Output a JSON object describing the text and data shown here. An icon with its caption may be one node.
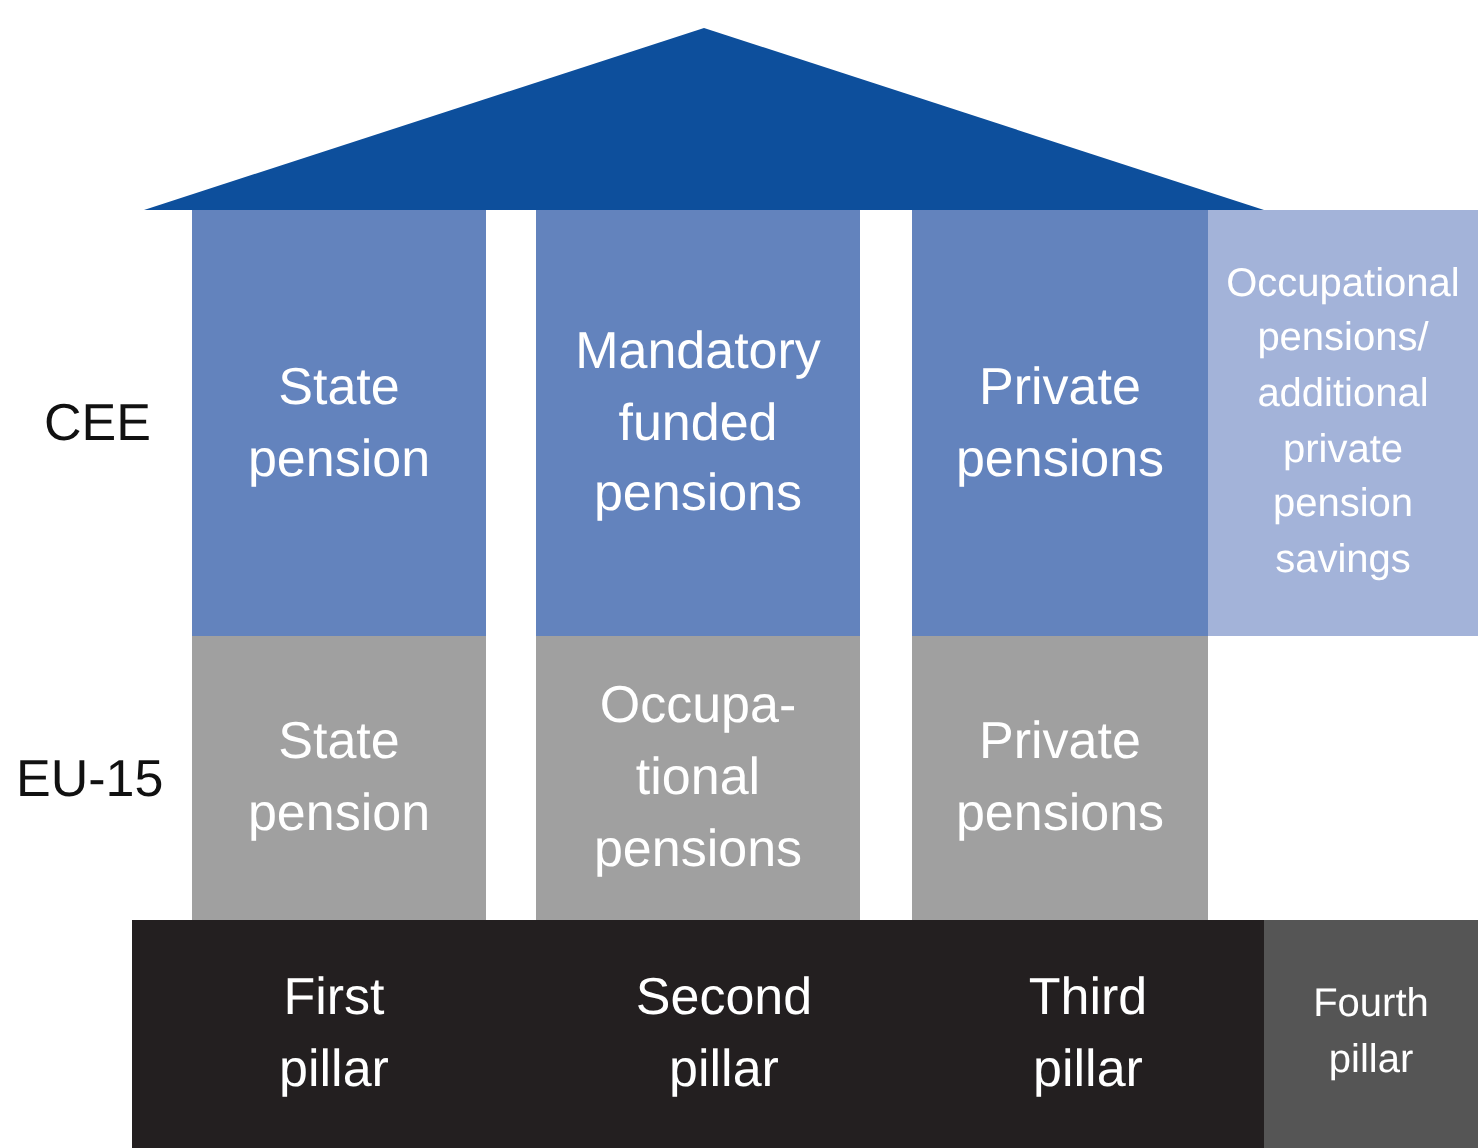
{
  "diagram": {
    "nodes": [
      {
        "text": [
          "State pension"
        ]
      },
      {
        "text": [
          "Mandatory funded pensions"
        ]
      },
      {
        "text": [
          "Private pensions"
        ]
      },
      {
        "text": [
          "Occupational pensions/ additional private pension savings"
        ]
      },
      {
        "text": [
          "State pension"
        ]
      },
      {
        "text": [
          "Occupa-tional pensions"
        ]
      },
      {
        "text": [
          "Private pensions"
        ]
      },
      {
        "text": [
          "First pillar"
        ]
      },
      {
        "text": [
          "Second pillar"
        ]
      },
      {
        "text": [
          "Third pillar"
        ]
      },
      {
        "text": [
          "Fourth pillar"
        ]
      }
    ],
    "edges": [],
    "labels": [
      "CEE",
      "EU-15"
    ]
  }
}
